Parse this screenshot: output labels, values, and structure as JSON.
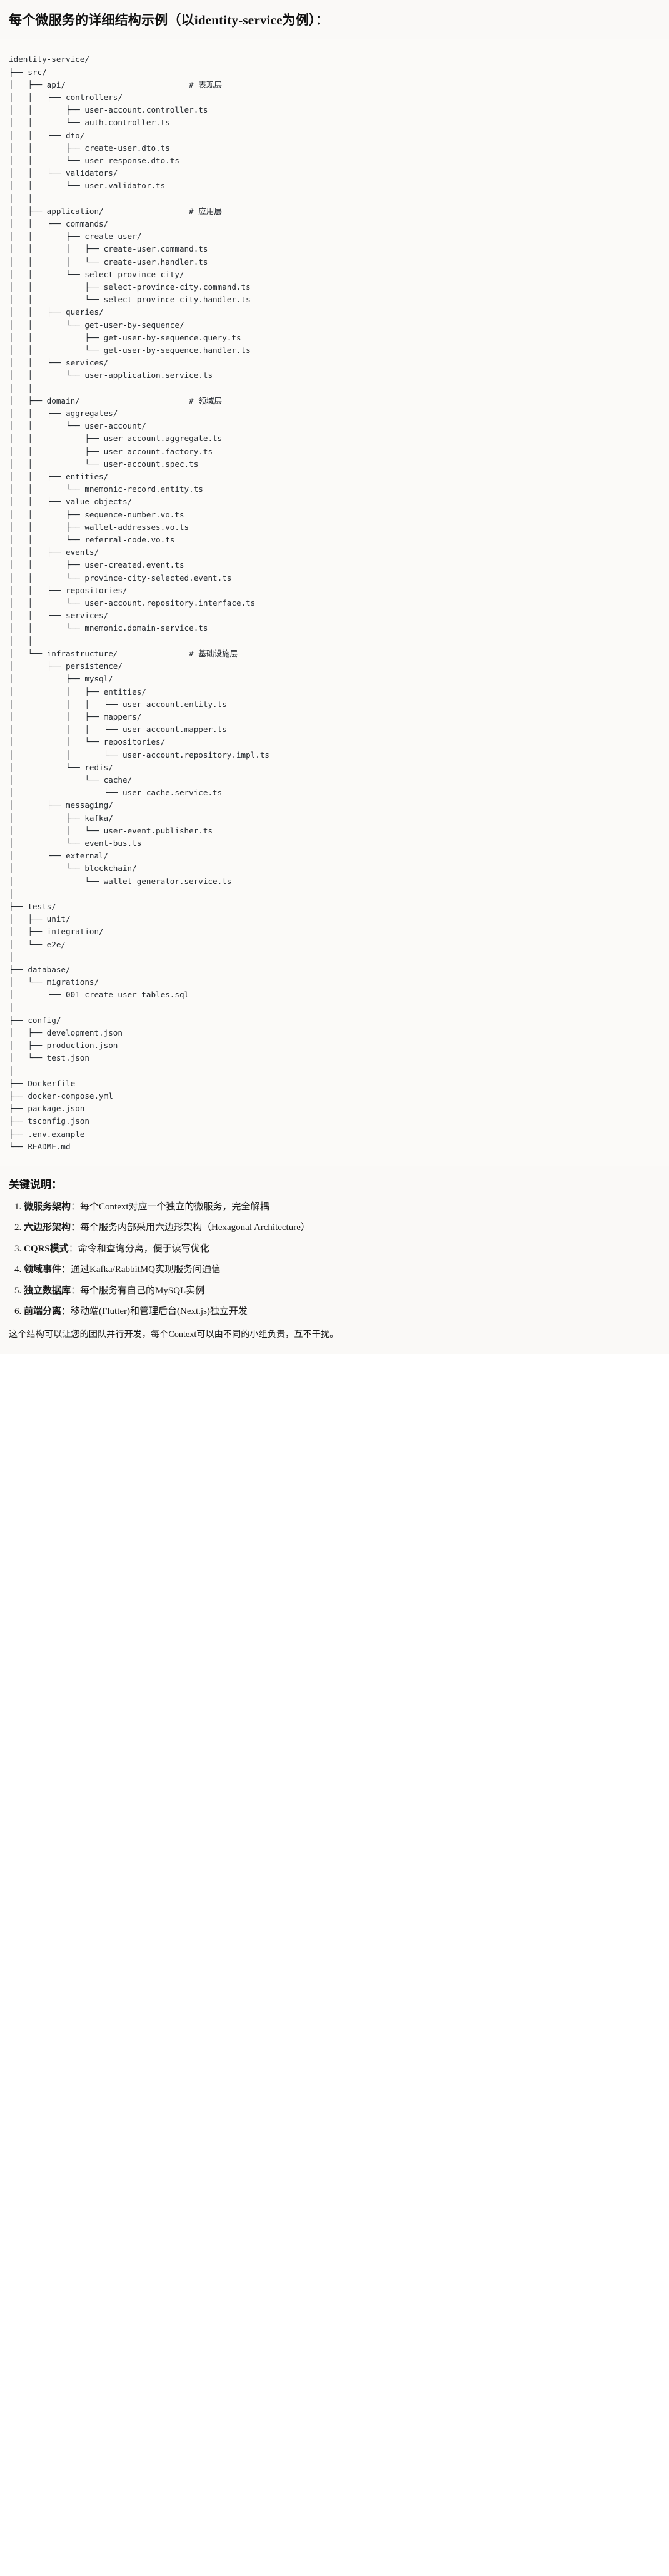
{
  "heading": {
    "title": "每个微服务的详细结构示例（以identity-service为例）："
  },
  "tree": {
    "root": "identity-service/",
    "text": "identity-service/\n├── src/\n│   ├── api/                          # 表现层\n│   │   ├── controllers/\n│   │   │   ├── user-account.controller.ts\n│   │   │   └── auth.controller.ts\n│   │   ├── dto/\n│   │   │   ├── create-user.dto.ts\n│   │   │   └── user-response.dto.ts\n│   │   └── validators/\n│   │       └── user.validator.ts\n│   │\n│   ├── application/                  # 应用层\n│   │   ├── commands/\n│   │   │   ├── create-user/\n│   │   │   │   ├── create-user.command.ts\n│   │   │   │   └── create-user.handler.ts\n│   │   │   └── select-province-city/\n│   │   │       ├── select-province-city.command.ts\n│   │   │       └── select-province-city.handler.ts\n│   │   ├── queries/\n│   │   │   └── get-user-by-sequence/\n│   │   │       ├── get-user-by-sequence.query.ts\n│   │   │       └── get-user-by-sequence.handler.ts\n│   │   └── services/\n│   │       └── user-application.service.ts\n│   │\n│   ├── domain/                       # 领域层\n│   │   ├── aggregates/\n│   │   │   └── user-account/\n│   │   │       ├── user-account.aggregate.ts\n│   │   │       ├── user-account.factory.ts\n│   │   │       └── user-account.spec.ts\n│   │   ├── entities/\n│   │   │   └── mnemonic-record.entity.ts\n│   │   ├── value-objects/\n│   │   │   ├── sequence-number.vo.ts\n│   │   │   ├── wallet-addresses.vo.ts\n│   │   │   └── referral-code.vo.ts\n│   │   ├── events/\n│   │   │   ├── user-created.event.ts\n│   │   │   └── province-city-selected.event.ts\n│   │   ├── repositories/\n│   │   │   └── user-account.repository.interface.ts\n│   │   └── services/\n│   │       └── mnemonic.domain-service.ts\n│   │\n│   └── infrastructure/               # 基础设施层\n│       ├── persistence/\n│       │   ├── mysql/\n│       │   │   ├── entities/\n│       │   │   │   └── user-account.entity.ts\n│       │   │   ├── mappers/\n│       │   │   │   └── user-account.mapper.ts\n│       │   │   └── repositories/\n│       │   │       └── user-account.repository.impl.ts\n│       │   └── redis/\n│       │       └── cache/\n│       │           └── user-cache.service.ts\n│       ├── messaging/\n│       │   ├── kafka/\n│       │   │   └── user-event.publisher.ts\n│       │   └── event-bus.ts\n│       └── external/\n│           └── blockchain/\n│               └── wallet-generator.service.ts\n│\n├── tests/\n│   ├── unit/\n│   ├── integration/\n│   └── e2e/\n│\n├── database/\n│   └── migrations/\n│       └── 001_create_user_tables.sql\n│\n├── config/\n│   ├── development.json\n│   ├── production.json\n│   └── test.json\n│\n├── Dockerfile\n├── docker-compose.yml\n├── package.json\n├── tsconfig.json\n├── .env.example\n└── README.md",
    "layer_comments": [
      {
        "path": "api/",
        "comment": "# 表现层"
      },
      {
        "path": "application/",
        "comment": "# 应用层"
      },
      {
        "path": "domain/",
        "comment": "# 领域层"
      },
      {
        "path": "infrastructure/",
        "comment": "# 基础设施层"
      }
    ]
  },
  "notes": {
    "title": "关键说明：",
    "items": [
      {
        "term": "微服务架构",
        "desc": "：每个Context对应一个独立的微服务，完全解耦"
      },
      {
        "term": "六边形架构",
        "desc": "：每个服务内部采用六边形架构（Hexagonal Architecture）"
      },
      {
        "term": "CQRS模式",
        "desc": "：命令和查询分离，便于读写优化"
      },
      {
        "term": "领域事件",
        "desc": "：通过Kafka/RabbitMQ实现服务间通信"
      },
      {
        "term": "独立数据库",
        "desc": "：每个服务有自己的MySQL实例"
      },
      {
        "term": "前端分离",
        "desc": "：移动端(Flutter)和管理后台(Next.js)独立开发"
      }
    ],
    "footer": "这个结构可以让您的团队并行开发，每个Context可以由不同的小组负责，互不干扰。"
  },
  "colors": {
    "band_bg": "#faf9f7",
    "code_bg": "#fbfaf8",
    "code_fg": "#24292f",
    "border": "#e6e4e0",
    "text": "#1a1a1a"
  }
}
